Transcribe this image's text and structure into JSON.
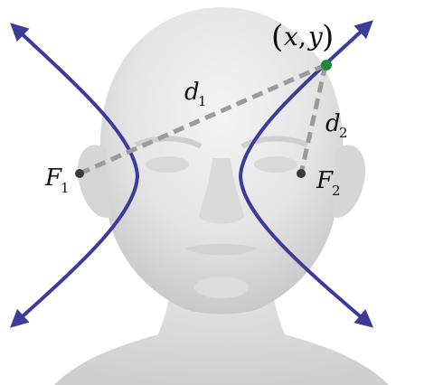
{
  "labels": {
    "point": {
      "open": "(",
      "x": "x",
      "comma": ",",
      "y": "y",
      "close": ")"
    },
    "d1": {
      "main": "d",
      "sub": "1"
    },
    "d2": {
      "main": "d",
      "sub": "2"
    },
    "f1": {
      "main": "F",
      "sub": "1"
    },
    "f2": {
      "main": "F",
      "sub": "2"
    }
  },
  "colors": {
    "hyperbola": "#3b3b9c",
    "distance_line": "#9a9a9a",
    "point": "#1a8a3a",
    "focus": "#3a3a3a",
    "face_skin": "#e6e6e6"
  }
}
